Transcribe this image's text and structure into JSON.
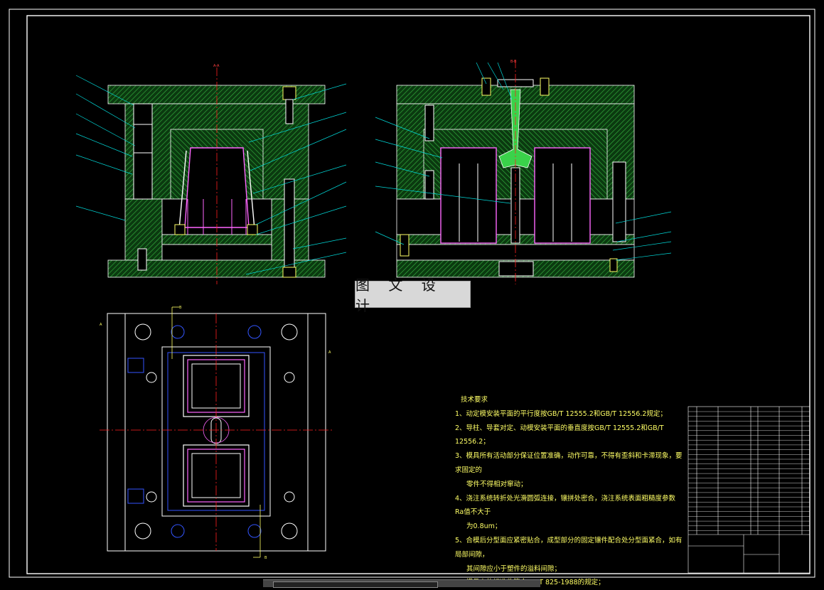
{
  "watermark": "图 文 设 计",
  "views": {
    "left_section_label": "A-A",
    "right_section_label": "B-B",
    "plan_label_a": "A",
    "plan_label_b": "B"
  },
  "tech_requirements": {
    "title": "技术要求",
    "items": [
      "1、动定模安装平面的平行度按GB/T 12555.2和GB/T 12556.2规定；",
      "2、导柱、导套对定、动模安装平面的垂直度按GB/T 12555.2和GB/T 12556.2；",
      "3、模具所有活动部分保证位置准确，动作可靠，不得有歪斜和卡滞现象，要求固定的",
      "零件不得相对窜动；",
      "4、浇注系统转折处光滑圆弧连接，镶拼处密合，浇注系统表面粗糙度参数Ra值不大于",
      "为0.8um；",
      "5、合模后分型面应紧密贴合，成型部分的固定镶件配合处分型面紧合，如有局部间隙，",
      "其间隙应小于塑件的溢料间隙；",
      "6、模具上的标准件符合GB/T 825-1988的规定；"
    ]
  },
  "colors": {
    "background": "#000000",
    "border": "#ffffff",
    "hatch": "#2ea83a",
    "leader": "#00d8d8",
    "center_line": "#ff2020",
    "parts": "#ffffff",
    "cavity": "#ff66ff",
    "bolt": "#ffff66",
    "hidden": "#3355ff",
    "watermark_bg": "#d8d8d8"
  }
}
